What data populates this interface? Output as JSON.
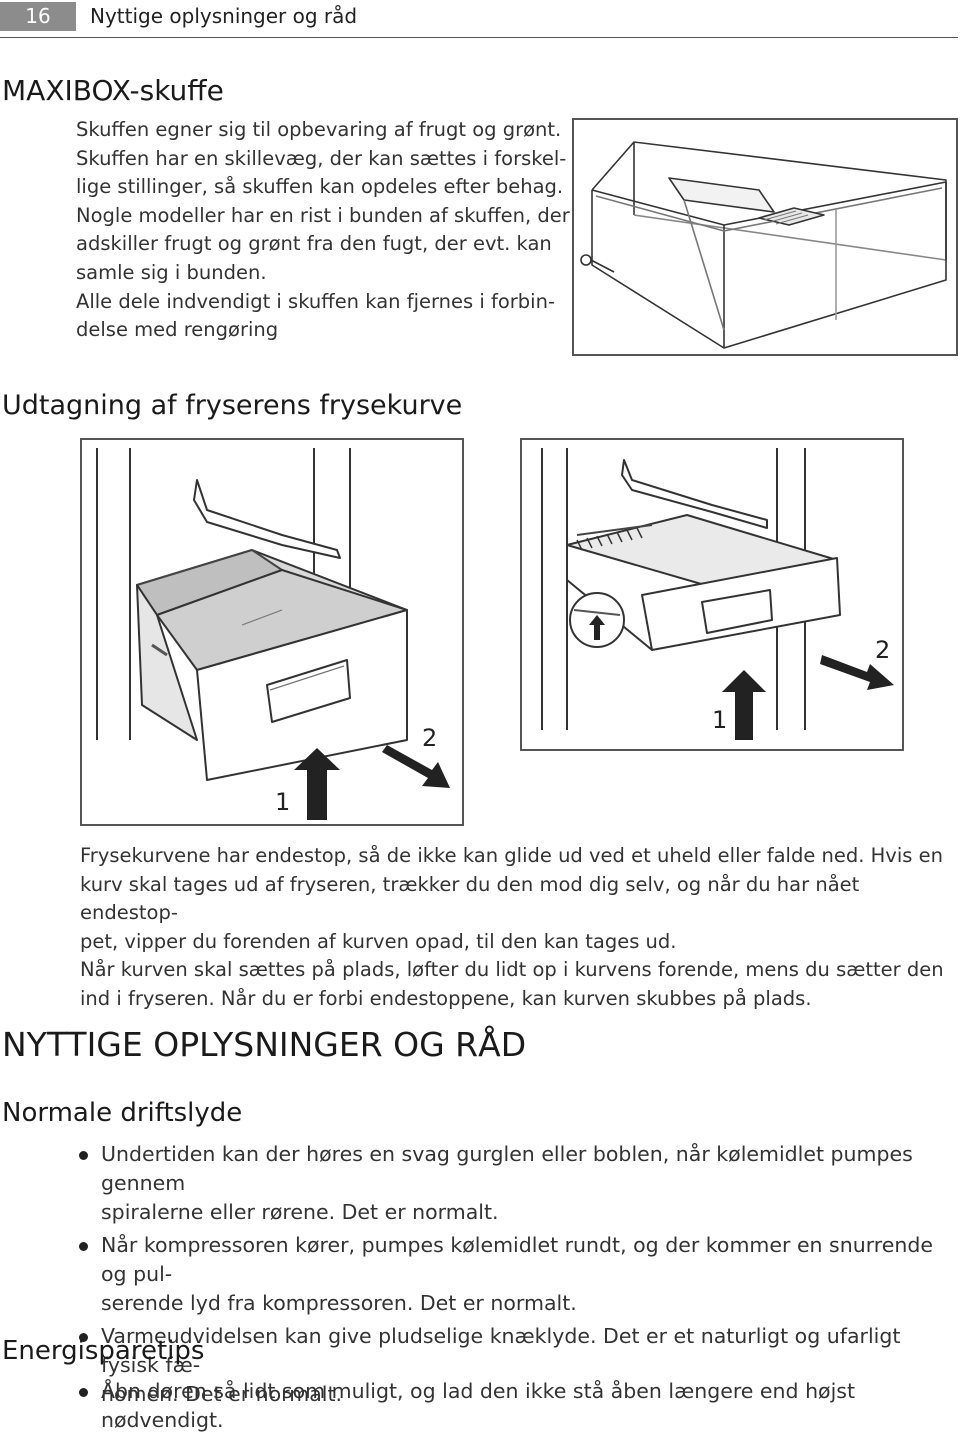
{
  "header": {
    "page_number": "16",
    "title": "Nyttige oplysninger og råd"
  },
  "maxibox": {
    "heading": "MAXIBOX-skuffe",
    "lines": [
      "Skuffen egner sig til opbevaring af frugt og grønt.",
      "Skuffen har en skillevæg, der kan sættes i forskel-",
      "lige stillinger, så skuffen kan opdeles efter behag.",
      "Nogle modeller har en rist i bunden af skuffen, der",
      "adskiller frugt og grønt fra den fugt, der evt. kan",
      "samle sig i bunden.",
      "Alle dele indvendigt i skuffen kan fjernes i forbin-",
      "delse med rengøring"
    ]
  },
  "basket": {
    "heading": "Udtagning af fryserens frysekurve",
    "figure_left": {
      "label_1": "1",
      "label_2": "2"
    },
    "figure_right": {
      "label_1": "1",
      "label_2": "2"
    },
    "lines": [
      "Frysekurvene har endestop, så de ikke kan glide ud ved et uheld eller falde ned. Hvis en",
      "kurv skal tages ud af fryseren, trækker du den mod dig selv, og når du har nået endestop-",
      "pet, vipper du forenden af kurven opad, til den kan tages ud.",
      "Når kurven skal sættes på plads, løfter du lidt op i kurvens forende, mens du sætter den",
      "ind i fryseren. Når du er forbi endestoppene, kan kurven skubbes på plads."
    ]
  },
  "section": {
    "heading": "NYTTIGE OPLYSNINGER OG RÅD",
    "noise": {
      "heading": "Normale driftslyde",
      "bullets": [
        [
          "Undertiden kan der høres en svag gurglen eller boblen, når kølemidlet pumpes gennem",
          "spiralerne eller rørene. Det er normalt."
        ],
        [
          "Når kompressoren kører, pumpes kølemidlet rundt, og der kommer en snurrende og pul-",
          "serende lyd fra kompressoren. Det er normalt."
        ],
        [
          "Varmeudvidelsen kan give pludselige knæklyde. Det er et naturligt og ufarligt fysisk fæ-",
          "nomen. Det er normalt."
        ]
      ]
    },
    "energy": {
      "heading": "Energisparetips",
      "bullets": [
        [
          "Åbn døren så lidt som muligt, og lad den ikke stå åben længere end højst nødvendigt."
        ]
      ]
    }
  }
}
